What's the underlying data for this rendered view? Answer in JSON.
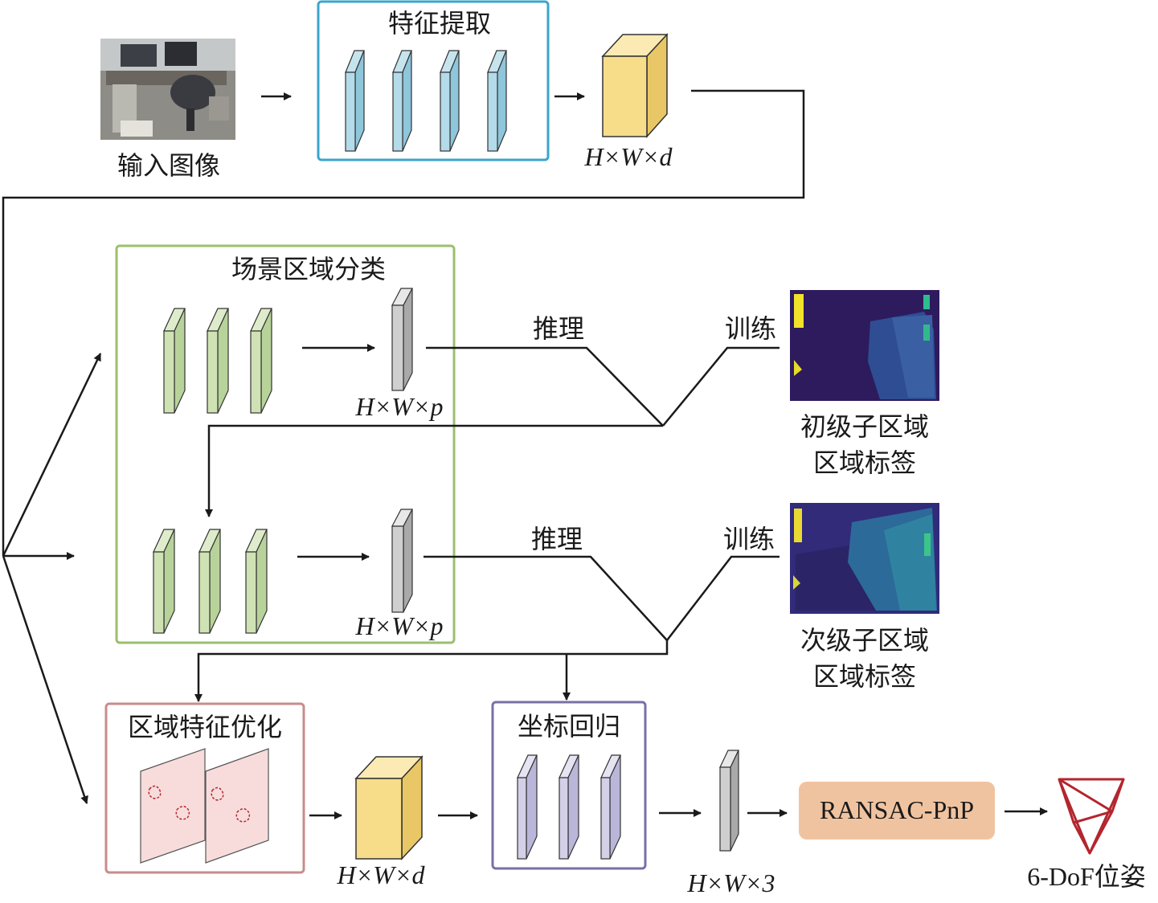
{
  "input_image": {
    "caption": "输入图像"
  },
  "feature_extraction": {
    "title": "特征提取",
    "output_dims": "H×W×d"
  },
  "scene_classification": {
    "title": "场景区域分类",
    "stage1_dims": "H×W×p",
    "stage2_dims": "H×W×p",
    "infer_label_1": "推理",
    "train_label_1": "训练",
    "infer_label_2": "推理",
    "train_label_2": "训练"
  },
  "primary_labels": {
    "caption_line1": "初级子区域",
    "caption_line2": "区域标签"
  },
  "secondary_labels": {
    "caption_line1": "次级子区域",
    "caption_line2": "区域标签"
  },
  "region_refine": {
    "title": "区域特征优化",
    "output_dims": "H×W×d"
  },
  "coord_regression": {
    "title": "坐标回归",
    "output_dims": "H×W×3"
  },
  "ransac": {
    "label": "RANSAC-PnP"
  },
  "pose": {
    "caption": "6-DoF位姿"
  },
  "colors": {
    "feature_box": "#3aa6cc",
    "scene_box": "#9bbf6e",
    "refine_box": "#c98c8c",
    "regress_box": "#7a6fa6",
    "ransac_fill": "#f0c3a0",
    "cube_fill": "#f7dc8a",
    "pose_color": "#b3262e",
    "label_map_bg": "#2d1b5e"
  }
}
